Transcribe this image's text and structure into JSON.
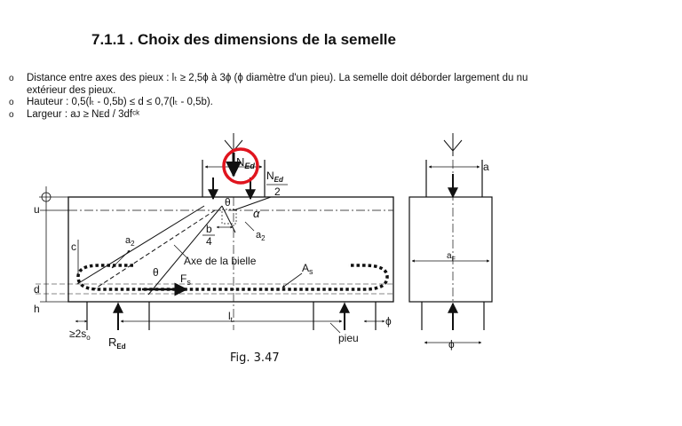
{
  "heading": "7.1.1 . Choix des dimensions de la semelle",
  "bullets": [
    "Distance entre axes des pieux : lₜ ≥ 2,5ϕ à 3ϕ (ϕ diamètre d'un pieu). La semelle doit déborder largement du nu extérieur des pieux.",
    "Hauteur : 0,5(lₜ - 0,5b) ≤ d ≤ 0,7(lₜ - 0,5b).",
    "Largeur : aᴊ ≥ Nᴇd / 3dfᶜᵏ"
  ],
  "bullet_marker": "o",
  "figure": {
    "caption": "Fig. 3.47",
    "labels": {
      "ned": "N",
      "ned_sub": "Ed",
      "ned_half_top": "N",
      "ned_half_sub": "Ed",
      "ned_half_den": "2",
      "theta_top": "θ",
      "alpha": "α",
      "a2_right": "a",
      "a2_right_sub": "2",
      "b_num": "b",
      "b_den": "4",
      "axe": "Axe de la bielle",
      "as": "A",
      "as_sub": "s",
      "a2_left": "a",
      "a2_left_sub": "2",
      "theta_left": "θ",
      "fs": "F",
      "fs_sub": "s",
      "u": "u",
      "c": "c",
      "d": "d",
      "h": "h",
      "two_so": "≥2s",
      "two_so_sub": "o",
      "red": "R",
      "red_sub": "Ed",
      "lt": "l",
      "lt_sub": "t",
      "pieu": "pieu",
      "phi": "ϕ",
      "a_side": "a",
      "af": "a",
      "af_sub": "F",
      "phi_bottom": "ϕ"
    }
  },
  "colors": {
    "highlight_circle": "#e0141e",
    "ink": "#111111"
  }
}
